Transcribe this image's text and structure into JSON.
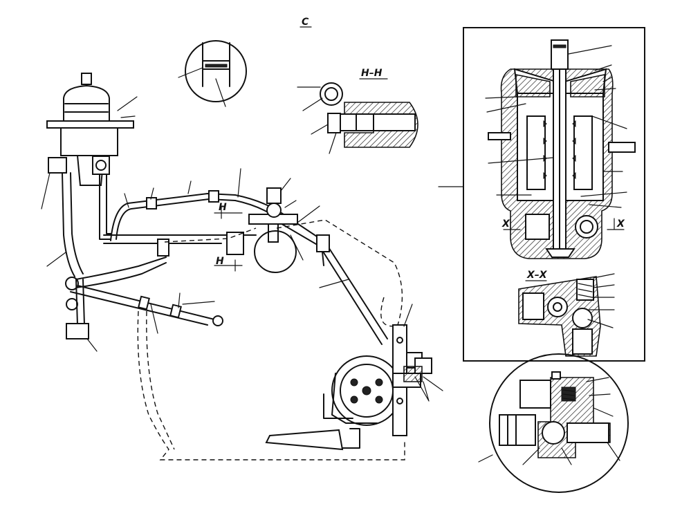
{
  "view_labels": {
    "view_c": "C",
    "section_hh": "H–H",
    "cut_mark_top": "H",
    "cut_mark_bottom": "H",
    "section_xx": "X–X",
    "cut_mark_left": "X",
    "cut_mark_right": "X"
  }
}
